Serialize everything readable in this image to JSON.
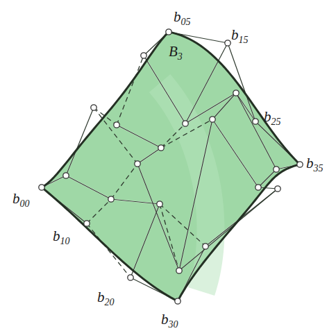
{
  "diagram": {
    "labels": [
      "b05",
      "B3",
      "b15",
      "b25",
      "b35",
      "b00",
      "b10",
      "b20",
      "b30"
    ]
  }
}
